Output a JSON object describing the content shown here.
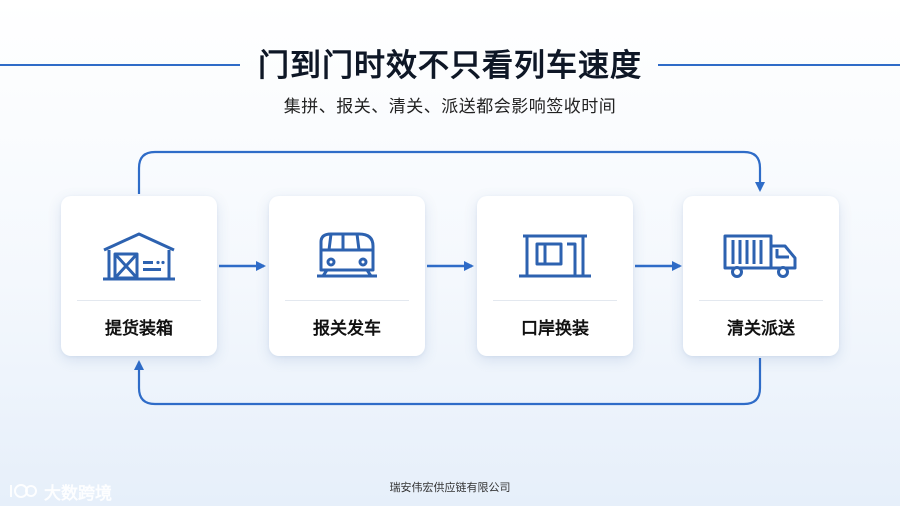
{
  "header": {
    "title": "门到门时效不只看列车速度",
    "subtitle": "集拼、报关、清关、派送都会影响签收时间"
  },
  "steps": [
    {
      "label": "提货装箱",
      "icon": "warehouse-icon"
    },
    {
      "label": "报关发车",
      "icon": "train-icon"
    },
    {
      "label": "口岸换装",
      "icon": "port-crane-icon"
    },
    {
      "label": "清关派送",
      "icon": "delivery-truck-icon"
    }
  ],
  "colors": {
    "accent": "#2f6cc8",
    "icon": "#2d62b0",
    "title": "#0e1726"
  },
  "footer": {
    "company": "瑞安伟宏供应链有限公司"
  },
  "watermark": {
    "text": "大数跨境"
  }
}
